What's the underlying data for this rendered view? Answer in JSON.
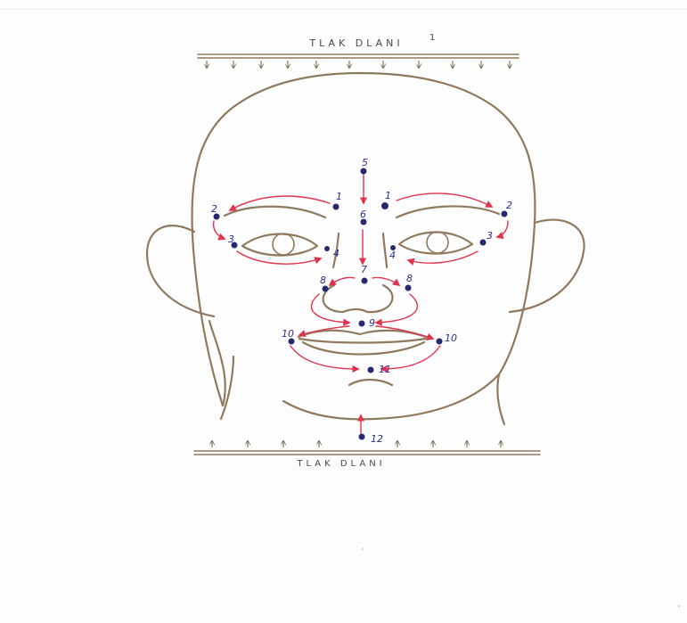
{
  "labels": {
    "top_pressure": "TLAK DLANI",
    "top_mark": "1",
    "bottom_pressure": "TLAK DLANI"
  },
  "points": [
    {
      "id": "p1l",
      "label": "1"
    },
    {
      "id": "p1r",
      "label": "1"
    },
    {
      "id": "p2l",
      "label": "2"
    },
    {
      "id": "p2r",
      "label": "2"
    },
    {
      "id": "p3l",
      "label": "3"
    },
    {
      "id": "p3r",
      "label": "3"
    },
    {
      "id": "p4l",
      "label": "4"
    },
    {
      "id": "p4r",
      "label": "4"
    },
    {
      "id": "p5",
      "label": "5"
    },
    {
      "id": "p6",
      "label": "6"
    },
    {
      "id": "p7",
      "label": "7"
    },
    {
      "id": "p8l",
      "label": "8"
    },
    {
      "id": "p8r",
      "label": "8"
    },
    {
      "id": "p9",
      "label": "9"
    },
    {
      "id": "p10l",
      "label": "10"
    },
    {
      "id": "p10r",
      "label": "10"
    },
    {
      "id": "p11",
      "label": "11"
    },
    {
      "id": "p12",
      "label": "12"
    }
  ],
  "colors": {
    "outline": "#8f7a5f",
    "arrows": "#e0344e",
    "points": "#27286e",
    "numbers": "#2b2f8a"
  }
}
